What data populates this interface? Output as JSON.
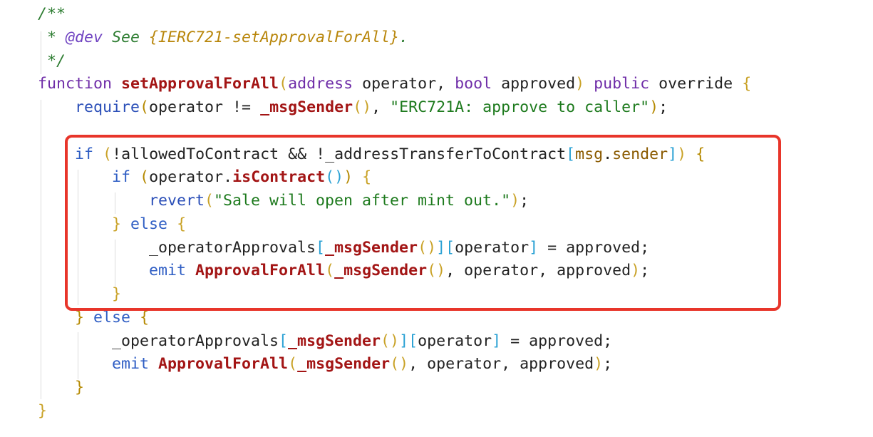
{
  "editor": {
    "colors": {
      "highlight_border": "#e8352a",
      "background": "#ffffff",
      "comment": "#2e7d32",
      "keyword": "#6f2da8",
      "function_name": "#a31515",
      "string": "#1d7a1d"
    },
    "lines": [
      [
        {
          "t": "/**",
          "c": "comment"
        }
      ],
      [
        {
          "t": " * ",
          "c": "comment"
        },
        {
          "t": "@dev",
          "c": "doctag"
        },
        {
          "t": " See ",
          "c": "comment"
        },
        {
          "t": "{IERC721-setApprovalForAll}",
          "c": "docref"
        },
        {
          "t": ".",
          "c": "comment"
        }
      ],
      [
        {
          "t": " */",
          "c": "comment"
        }
      ],
      [
        {
          "t": "function",
          "c": "keyword"
        },
        {
          "t": " ",
          "c": "plain"
        },
        {
          "t": "setApprovalForAll",
          "c": "fn"
        },
        {
          "t": "(",
          "c": "brace1"
        },
        {
          "t": "address",
          "c": "keyword"
        },
        {
          "t": " operator, ",
          "c": "plain"
        },
        {
          "t": "bool",
          "c": "keyword"
        },
        {
          "t": " approved",
          "c": "plain"
        },
        {
          "t": ")",
          "c": "brace1"
        },
        {
          "t": " ",
          "c": "plain"
        },
        {
          "t": "public",
          "c": "keyword"
        },
        {
          "t": " override ",
          "c": "plain"
        },
        {
          "t": "{",
          "c": "brace1"
        }
      ],
      [
        {
          "t": "    ",
          "c": "plain"
        },
        {
          "t": "require",
          "c": "builtin"
        },
        {
          "t": "(",
          "c": "brace2"
        },
        {
          "t": "operator != ",
          "c": "plain"
        },
        {
          "t": "_msgSender",
          "c": "fn"
        },
        {
          "t": "()",
          "c": "brace1"
        },
        {
          "t": ", ",
          "c": "plain"
        },
        {
          "t": "\"ERC721A: approve to caller\"",
          "c": "string"
        },
        {
          "t": ")",
          "c": "brace2"
        },
        {
          "t": ";",
          "c": "plain"
        }
      ],
      [
        {
          "t": "",
          "c": "plain"
        }
      ],
      [
        {
          "t": "    ",
          "c": "plain"
        },
        {
          "t": "if",
          "c": "flow"
        },
        {
          "t": " ",
          "c": "plain"
        },
        {
          "t": "(",
          "c": "brace1"
        },
        {
          "t": "!allowedToContract && !_addressTransferToContract",
          "c": "plain"
        },
        {
          "t": "[",
          "c": "brace3"
        },
        {
          "t": "msg",
          "c": "member"
        },
        {
          "t": ".",
          "c": "plain"
        },
        {
          "t": "sender",
          "c": "member"
        },
        {
          "t": "]",
          "c": "brace3"
        },
        {
          "t": ")",
          "c": "brace1"
        },
        {
          "t": " ",
          "c": "plain"
        },
        {
          "t": "{",
          "c": "brace2"
        }
      ],
      [
        {
          "t": "        ",
          "c": "plain"
        },
        {
          "t": "if",
          "c": "flow"
        },
        {
          "t": " ",
          "c": "plain"
        },
        {
          "t": "(",
          "c": "brace2"
        },
        {
          "t": "operator.",
          "c": "plain"
        },
        {
          "t": "isContract",
          "c": "fn"
        },
        {
          "t": "()",
          "c": "brace3"
        },
        {
          "t": ")",
          "c": "brace2"
        },
        {
          "t": " ",
          "c": "plain"
        },
        {
          "t": "{",
          "c": "brace1"
        }
      ],
      [
        {
          "t": "            ",
          "c": "plain"
        },
        {
          "t": "revert",
          "c": "builtin"
        },
        {
          "t": "(",
          "c": "brace1"
        },
        {
          "t": "\"Sale will open after mint out.\"",
          "c": "string"
        },
        {
          "t": ")",
          "c": "brace1"
        },
        {
          "t": ";",
          "c": "plain"
        }
      ],
      [
        {
          "t": "        ",
          "c": "plain"
        },
        {
          "t": "}",
          "c": "brace1"
        },
        {
          "t": " ",
          "c": "plain"
        },
        {
          "t": "else",
          "c": "flow"
        },
        {
          "t": " ",
          "c": "plain"
        },
        {
          "t": "{",
          "c": "brace1"
        }
      ],
      [
        {
          "t": "            _operatorApprovals",
          "c": "plain"
        },
        {
          "t": "[",
          "c": "brace3"
        },
        {
          "t": "_msgSender",
          "c": "fn"
        },
        {
          "t": "()",
          "c": "brace1"
        },
        {
          "t": "]",
          "c": "brace3"
        },
        {
          "t": "[",
          "c": "brace3"
        },
        {
          "t": "operator",
          "c": "plain"
        },
        {
          "t": "]",
          "c": "brace3"
        },
        {
          "t": " = approved;",
          "c": "plain"
        }
      ],
      [
        {
          "t": "            ",
          "c": "plain"
        },
        {
          "t": "emit",
          "c": "flow"
        },
        {
          "t": " ",
          "c": "plain"
        },
        {
          "t": "ApprovalForAll",
          "c": "fn"
        },
        {
          "t": "(",
          "c": "brace1"
        },
        {
          "t": "_msgSender",
          "c": "fn"
        },
        {
          "t": "()",
          "c": "brace1"
        },
        {
          "t": ", operator, approved",
          "c": "plain"
        },
        {
          "t": ")",
          "c": "brace1"
        },
        {
          "t": ";",
          "c": "plain"
        }
      ],
      [
        {
          "t": "        ",
          "c": "plain"
        },
        {
          "t": "}",
          "c": "brace1"
        }
      ],
      [
        {
          "t": "    ",
          "c": "plain"
        },
        {
          "t": "}",
          "c": "brace2"
        },
        {
          "t": " ",
          "c": "plain"
        },
        {
          "t": "else",
          "c": "flow"
        },
        {
          "t": " ",
          "c": "plain"
        },
        {
          "t": "{",
          "c": "brace2"
        }
      ],
      [
        {
          "t": "        _operatorApprovals",
          "c": "plain"
        },
        {
          "t": "[",
          "c": "brace3"
        },
        {
          "t": "_msgSender",
          "c": "fn"
        },
        {
          "t": "()",
          "c": "brace1"
        },
        {
          "t": "]",
          "c": "brace3"
        },
        {
          "t": "[",
          "c": "brace3"
        },
        {
          "t": "operator",
          "c": "plain"
        },
        {
          "t": "]",
          "c": "brace3"
        },
        {
          "t": " = approved;",
          "c": "plain"
        }
      ],
      [
        {
          "t": "        ",
          "c": "plain"
        },
        {
          "t": "emit",
          "c": "flow"
        },
        {
          "t": " ",
          "c": "plain"
        },
        {
          "t": "ApprovalForAll",
          "c": "fn"
        },
        {
          "t": "(",
          "c": "brace1"
        },
        {
          "t": "_msgSender",
          "c": "fn"
        },
        {
          "t": "()",
          "c": "brace1"
        },
        {
          "t": ", operator, approved",
          "c": "plain"
        },
        {
          "t": ")",
          "c": "brace1"
        },
        {
          "t": ";",
          "c": "plain"
        }
      ],
      [
        {
          "t": "    ",
          "c": "plain"
        },
        {
          "t": "}",
          "c": "brace2"
        }
      ],
      [
        {
          "t": "}",
          "c": "brace1"
        }
      ]
    ]
  }
}
